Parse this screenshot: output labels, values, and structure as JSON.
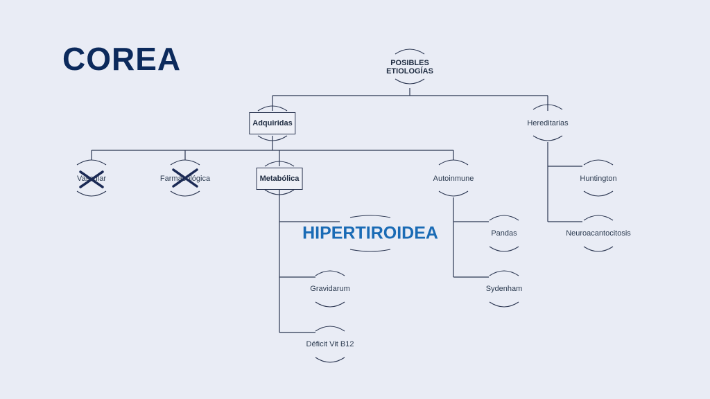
{
  "title": "COREA",
  "nodes": {
    "root": "POSIBLES ETIOLOGÍAS",
    "adquiridas": "Adquiridas",
    "hereditarias": "Hereditarias",
    "vascular": "Vascular",
    "farmacologica": "Farmacológica",
    "metabolica": "Metabólica",
    "autoinmune": "Autoinmune",
    "huntington": "Huntington",
    "neuroacantocitosis": "Neuroacantocitosis",
    "hipertiroidea": "HIPERTIROIDEA",
    "pandas": "Pandas",
    "gravidarum": "Gravidarum",
    "sydenham": "Sydenham",
    "deficit_b12": "Déficit Vit B12"
  },
  "colors": {
    "background": "#e9ecf5",
    "title": "#0c2a5c",
    "line": "#2a3550",
    "highlight": "#1a6bb5",
    "cross": "#1b2a55"
  }
}
